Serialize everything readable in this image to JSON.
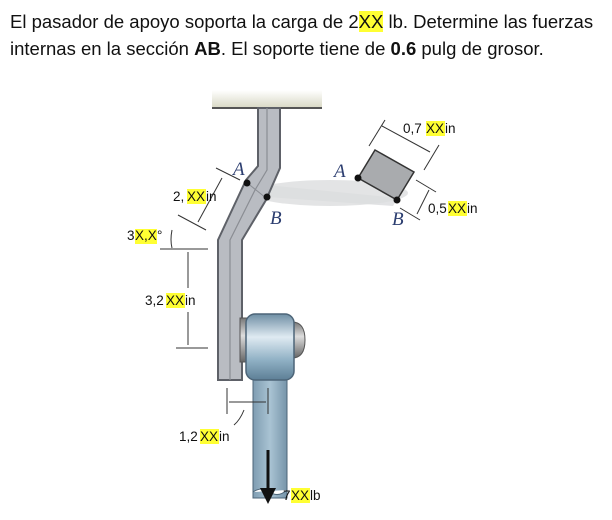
{
  "problem": {
    "line1_a": "El pasador de apoyo soporta la carga de 2",
    "line1_hl": "XX",
    "line1_b": " lb. Determine las fuerzas",
    "line2_a": "internas en la sección ",
    "line2_bold1": "AB",
    "line2_b": ". El soporte tiene de ",
    "line2_bold2": "0.6",
    "line2_c": " pulg de grosor."
  },
  "diagram": {
    "points": {
      "A": "A",
      "B": "B"
    },
    "dims": {
      "section_width": {
        "pre": "0,7",
        "hl": "XX",
        "post": " in"
      },
      "section_height": {
        "pre": "0,5",
        "hl": "XX",
        "post": " in"
      },
      "inclined_len": {
        "pre": "2,",
        "hl": "XX",
        "post": " in"
      },
      "angle": {
        "pre": "3",
        "hl": "X,X",
        "post": " °"
      },
      "vertical_len": {
        "pre": "3,2",
        "hl": "XX",
        "post": " in"
      },
      "offset": {
        "pre": "1,2",
        "hl": "XX",
        "post": " in"
      },
      "load": {
        "pre": "7",
        "hl": "XX",
        "post": " lb"
      }
    },
    "colors": {
      "highlight": "#ffff33",
      "bracket": "#b9bcc2",
      "bracket_dark": "#6a6d73",
      "pin": "#8fb0c4",
      "section": "#a9abae"
    }
  }
}
